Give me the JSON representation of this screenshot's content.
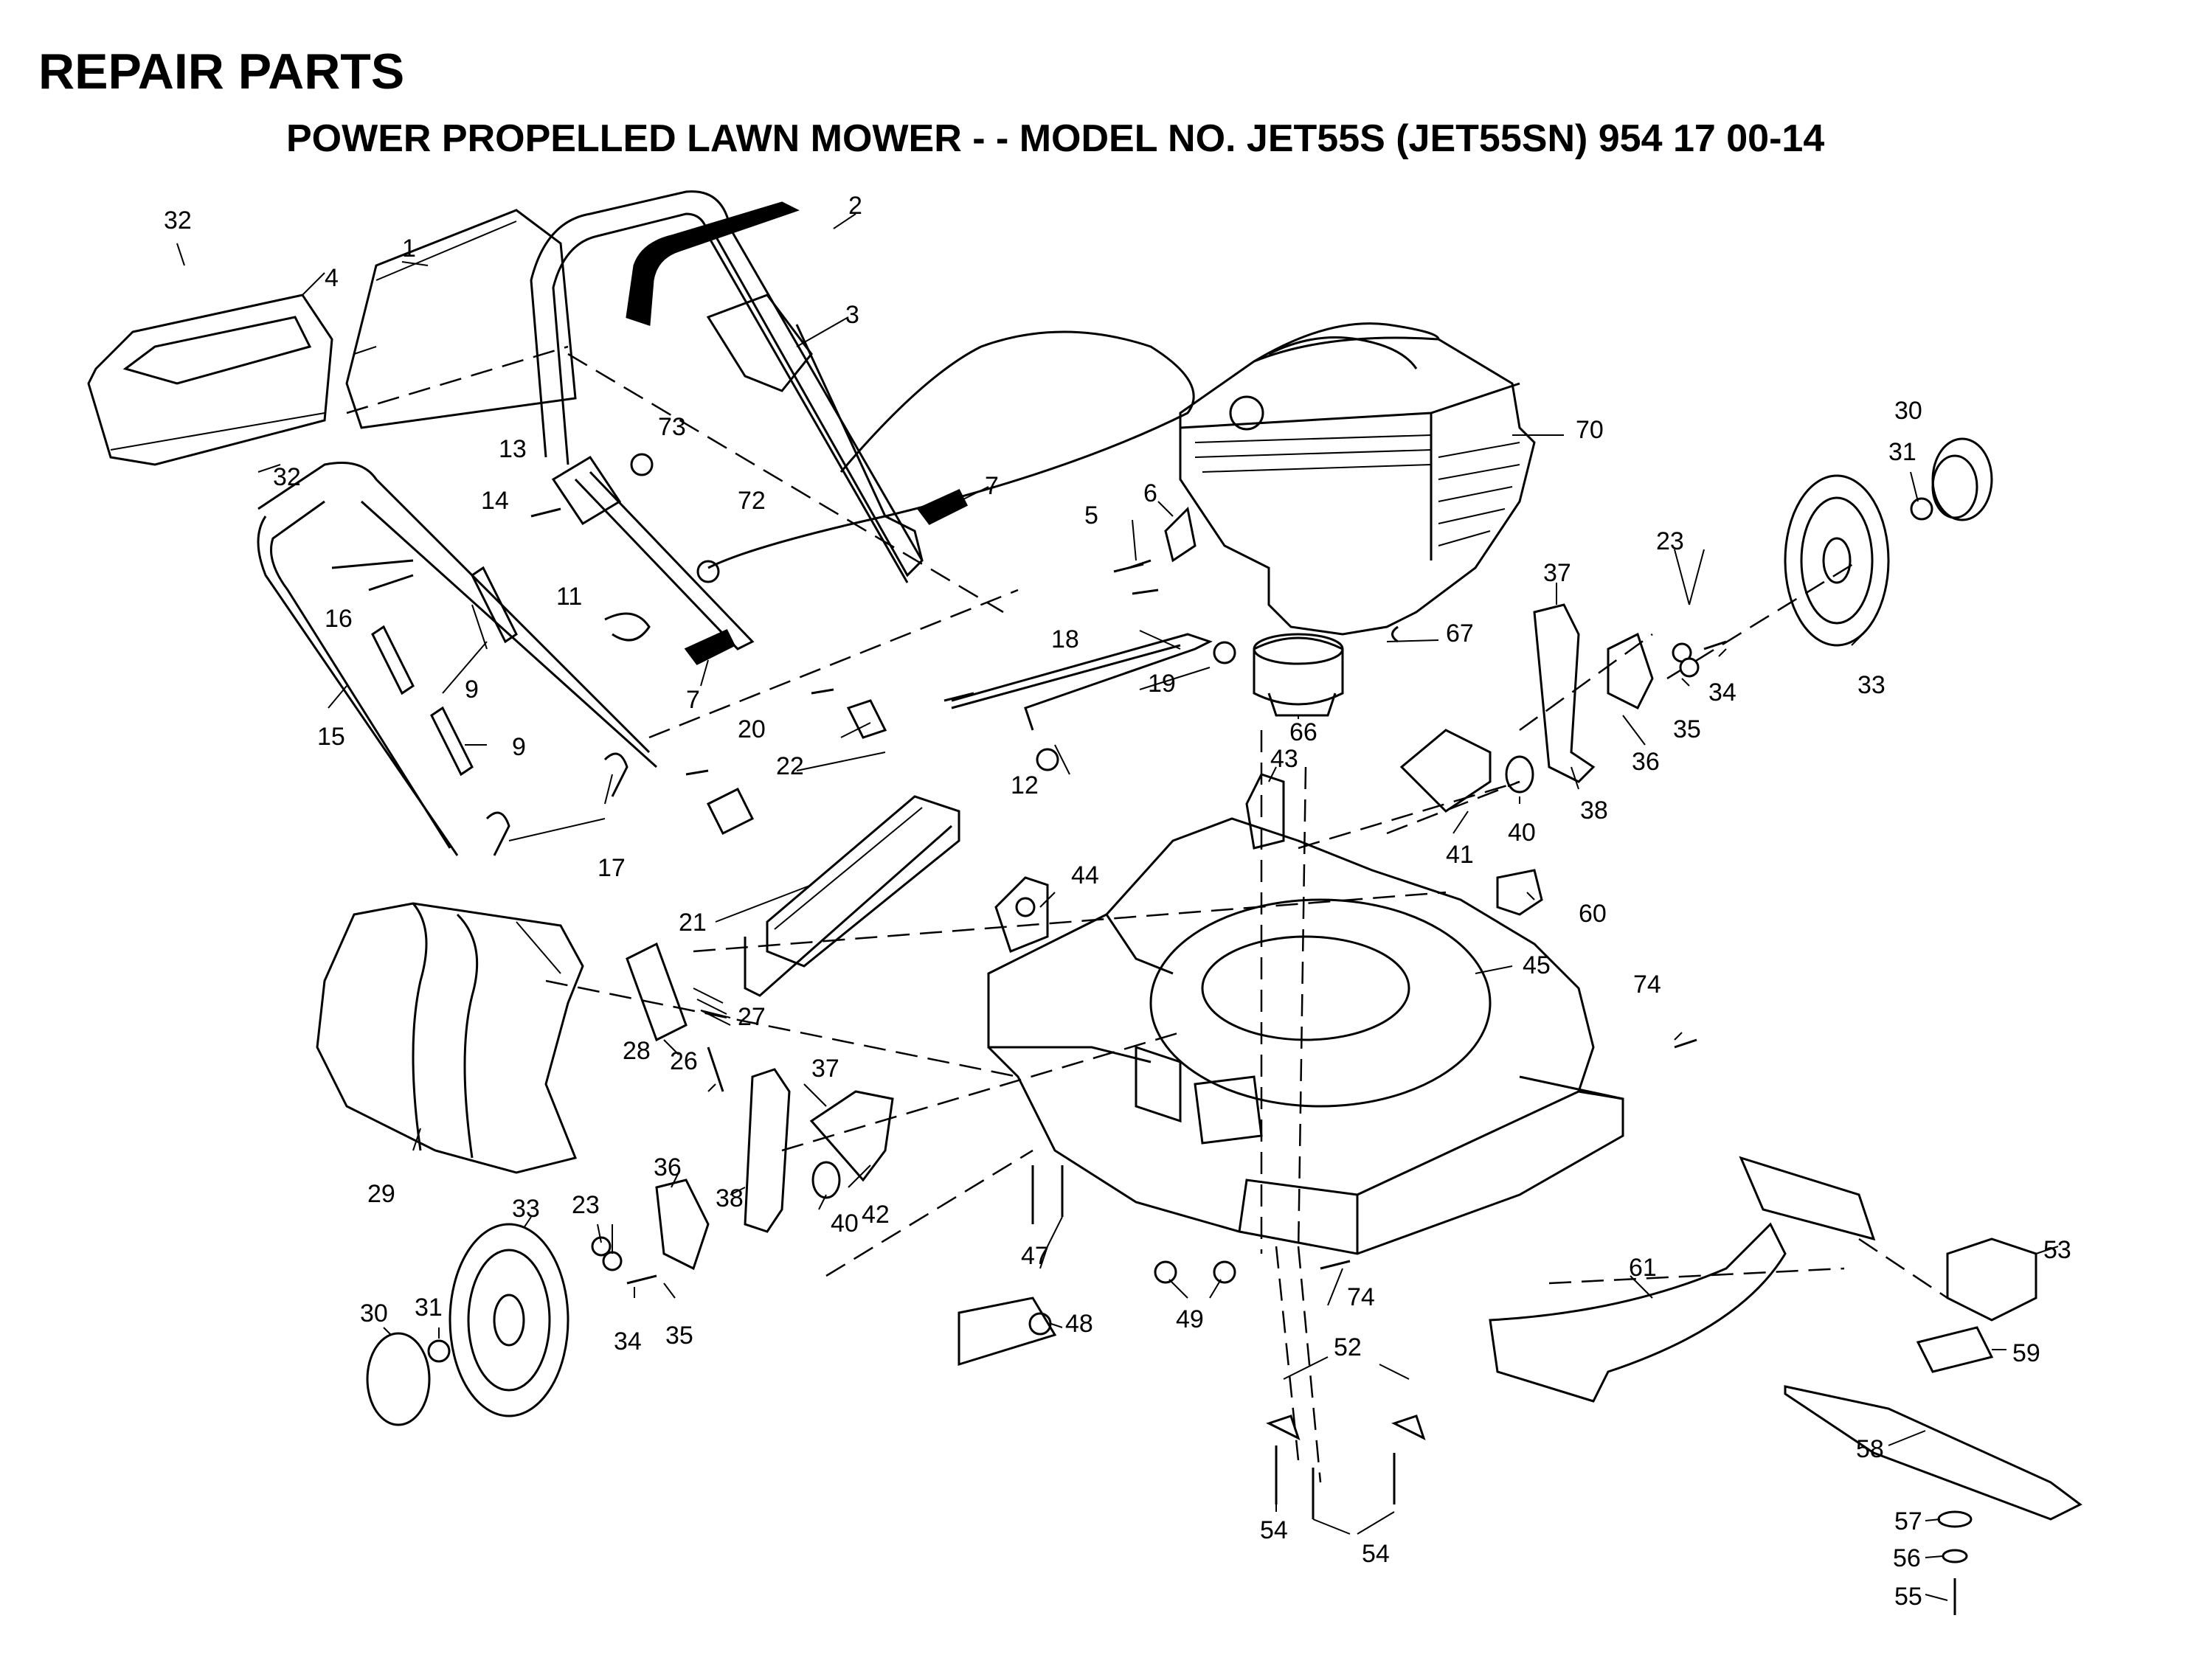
{
  "header": {
    "title": "REPAIR PARTS",
    "subtitle": "POWER PROPELLED LAWN MOWER - - MODEL NO. JET55S (JET55SN) 954 17 00-14"
  },
  "parts": [
    {
      "key": "p1",
      "label": "1",
      "part": "handle-cover"
    },
    {
      "key": "p2",
      "label": "2",
      "part": "grip"
    },
    {
      "key": "p3",
      "label": "3",
      "part": "control-lever"
    },
    {
      "key": "p4",
      "label": "4",
      "part": "bag-frame-handle"
    },
    {
      "key": "p5",
      "label": "5",
      "part": "bolt"
    },
    {
      "key": "p6",
      "label": "6",
      "part": "bracket"
    },
    {
      "key": "p7a",
      "label": "7",
      "part": "knob"
    },
    {
      "key": "p7b",
      "label": "7",
      "part": "knob"
    },
    {
      "key": "p9a",
      "label": "9",
      "part": "clip"
    },
    {
      "key": "p9b",
      "label": "9",
      "part": "clip"
    },
    {
      "key": "p11",
      "label": "11",
      "part": "cable-guide"
    },
    {
      "key": "p12",
      "label": "12",
      "part": "nut"
    },
    {
      "key": "p13",
      "label": "13",
      "part": "handle-bracket"
    },
    {
      "key": "p14",
      "label": "14",
      "part": "bolt"
    },
    {
      "key": "p15",
      "label": "15",
      "part": "lower-handle"
    },
    {
      "key": "p16",
      "label": "16",
      "part": "bolt"
    },
    {
      "key": "p17",
      "label": "17",
      "part": "hairpin"
    },
    {
      "key": "p18",
      "label": "18",
      "part": "bolt"
    },
    {
      "key": "p19",
      "label": "19",
      "part": "rod"
    },
    {
      "key": "p20",
      "label": "20",
      "part": "bolt"
    },
    {
      "key": "p21",
      "label": "21",
      "part": "rear-flap"
    },
    {
      "key": "p22",
      "label": "22",
      "part": "bracket"
    },
    {
      "key": "p23a",
      "label": "23",
      "part": "washer"
    },
    {
      "key": "p23b",
      "label": "23",
      "part": "washer"
    },
    {
      "key": "p26",
      "label": "26",
      "part": "pin"
    },
    {
      "key": "p27",
      "label": "27",
      "part": "spring"
    },
    {
      "key": "p28",
      "label": "28",
      "part": "bracket"
    },
    {
      "key": "p29",
      "label": "29",
      "part": "grass-bag"
    },
    {
      "key": "p30a",
      "label": "30",
      "part": "hubcap"
    },
    {
      "key": "p30b",
      "label": "30",
      "part": "hubcap"
    },
    {
      "key": "p31a",
      "label": "31",
      "part": "nut"
    },
    {
      "key": "p31b",
      "label": "31",
      "part": "nut"
    },
    {
      "key": "p32a",
      "label": "32",
      "part": "screw"
    },
    {
      "key": "p32b",
      "label": "32",
      "part": "screw"
    },
    {
      "key": "p33a",
      "label": "33",
      "part": "wheel"
    },
    {
      "key": "p33b",
      "label": "33",
      "part": "wheel"
    },
    {
      "key": "p34a",
      "label": "34",
      "part": "bolt"
    },
    {
      "key": "p34b",
      "label": "34",
      "part": "bolt"
    },
    {
      "key": "p35a",
      "label": "35",
      "part": "washer"
    },
    {
      "key": "p35b",
      "label": "35",
      "part": "washer"
    },
    {
      "key": "p36a",
      "label": "36",
      "part": "bracket"
    },
    {
      "key": "p36b",
      "label": "36",
      "part": "bracket"
    },
    {
      "key": "p37a",
      "label": "37",
      "part": "height-lever"
    },
    {
      "key": "p37b",
      "label": "37",
      "part": "height-lever"
    },
    {
      "key": "p38a",
      "label": "38",
      "part": "lever-arm"
    },
    {
      "key": "p38b",
      "label": "38",
      "part": "lever-arm"
    },
    {
      "key": "p40a",
      "label": "40",
      "part": "spacer"
    },
    {
      "key": "p40b",
      "label": "40",
      "part": "spacer"
    },
    {
      "key": "p41",
      "label": "41",
      "part": "height-plate"
    },
    {
      "key": "p42",
      "label": "42",
      "part": "height-plate"
    },
    {
      "key": "p43",
      "label": "43",
      "part": "bracket"
    },
    {
      "key": "p44",
      "label": "44",
      "part": "bracket"
    },
    {
      "key": "p45",
      "label": "45",
      "part": "deck"
    },
    {
      "key": "p47",
      "label": "47",
      "part": "bolt"
    },
    {
      "key": "p48",
      "label": "48",
      "part": "nut"
    },
    {
      "key": "p49",
      "label": "49",
      "part": "nut"
    },
    {
      "key": "p52",
      "label": "52",
      "part": "clip"
    },
    {
      "key": "p53",
      "label": "53",
      "part": "blade-adapter"
    },
    {
      "key": "p54a",
      "label": "54",
      "part": "bolt"
    },
    {
      "key": "p54b",
      "label": "54",
      "part": "bolt"
    },
    {
      "key": "p55",
      "label": "55",
      "part": "blade-bolt"
    },
    {
      "key": "p56",
      "label": "56",
      "part": "lock-washer"
    },
    {
      "key": "p57",
      "label": "57",
      "part": "washer"
    },
    {
      "key": "p58",
      "label": "58",
      "part": "blade"
    },
    {
      "key": "p59",
      "label": "59",
      "part": "adapter-key"
    },
    {
      "key": "p60",
      "label": "60",
      "part": "decal"
    },
    {
      "key": "p61",
      "label": "61",
      "part": "deflector"
    },
    {
      "key": "p66",
      "label": "66",
      "part": "flange"
    },
    {
      "key": "p67",
      "label": "67",
      "part": "clip"
    },
    {
      "key": "p70",
      "label": "70",
      "part": "engine"
    },
    {
      "key": "p72",
      "label": "72",
      "part": "nut"
    },
    {
      "key": "p73",
      "label": "73",
      "part": "nut"
    },
    {
      "key": "p74a",
      "label": "74",
      "part": "bolt"
    },
    {
      "key": "p74b",
      "label": "74",
      "part": "bolt"
    }
  ]
}
